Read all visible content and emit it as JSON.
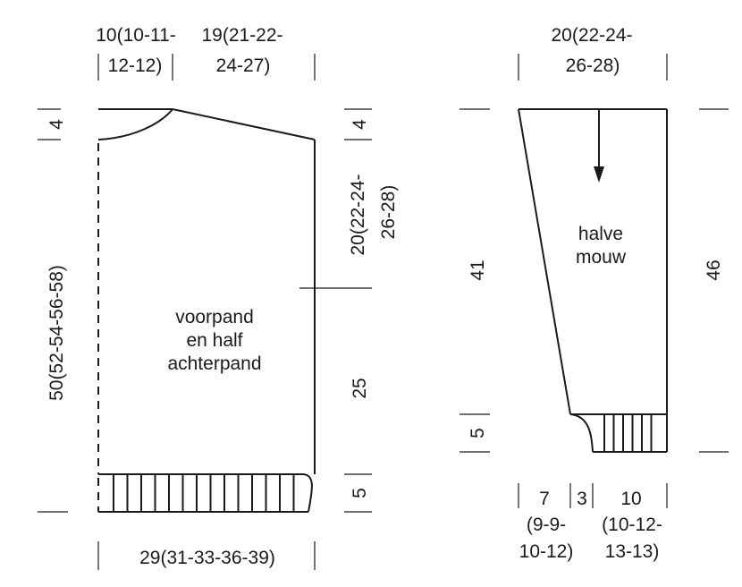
{
  "front": {
    "label_lines": [
      "voorpand",
      "en half",
      "achterpand"
    ],
    "shoulder_width": [
      "10(10-11-",
      "12-12)"
    ],
    "neck_width": [
      "19(21-22-",
      "24-27)"
    ],
    "bottom_width": "29(31-33-36-39)",
    "total_height": "50(52-54-56-58)",
    "top_height_left": "4",
    "top_height_right": "4",
    "armhole_height": [
      "20(22-24-",
      "26-28)"
    ],
    "side_height": "25",
    "rib_height": "5"
  },
  "sleeve": {
    "label_lines": [
      "halve",
      "mouw"
    ],
    "top_width": [
      "20(22-24-",
      "26-28)"
    ],
    "length_left": "41",
    "length_right": "46",
    "rib_height": "5",
    "bottom_left": [
      "7",
      "(9-9-",
      "10-12)"
    ],
    "bottom_mid": "3",
    "bottom_right": [
      "10",
      "(10-12-",
      "13-13)"
    ]
  }
}
